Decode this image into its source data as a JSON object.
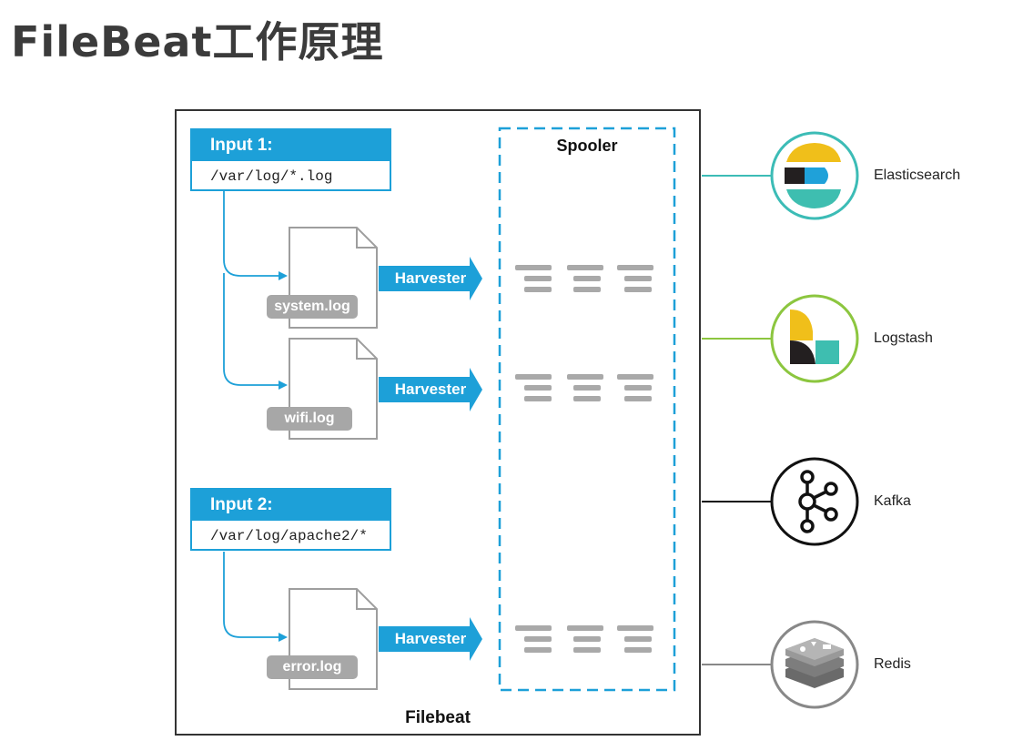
{
  "title": "FileBeat工作原理",
  "frame_label": "Filebeat",
  "spooler_label": "Spooler",
  "inputs": [
    {
      "name": "Input 1:",
      "path": "/var/log/*.log"
    },
    {
      "name": "Input 2:",
      "path": "/var/log/apache2/*"
    }
  ],
  "files": [
    "system.log",
    "wifi.log",
    "error.log"
  ],
  "harvesters": [
    "Harvester",
    "Harvester",
    "Harvester"
  ],
  "outputs": [
    "Elasticsearch",
    "Logstash",
    "Kafka",
    "Redis"
  ],
  "colors": {
    "accent_blue": "#1da0d8",
    "elasticsearch_line": "#3cbcb6",
    "logstash_line": "#8cc63f",
    "kafka_line": "#111111",
    "redis_line": "#888888",
    "pill_gray": "#a7a7a7",
    "event_gray": "#a9a9a9"
  },
  "icons": {
    "elasticsearch": "elasticsearch-logo-icon",
    "logstash": "logstash-logo-icon",
    "kafka": "kafka-logo-icon",
    "redis": "redis-logo-icon",
    "file": "document-icon",
    "event": "event-lines-icon"
  }
}
